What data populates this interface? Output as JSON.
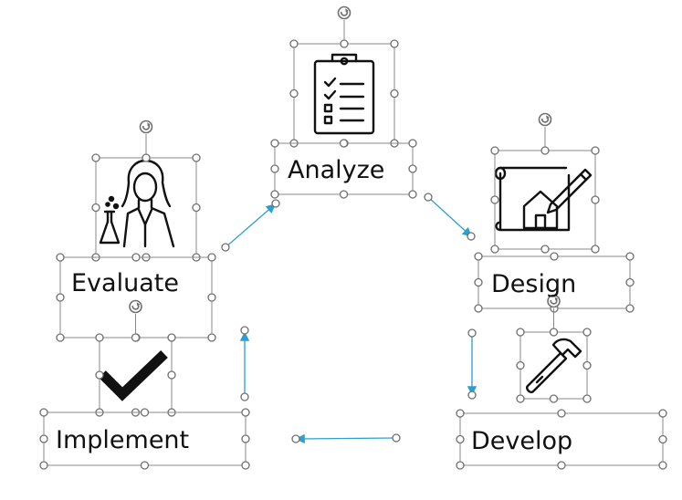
{
  "cycle": {
    "analyze": {
      "label": "Analyze",
      "icon": "clipboard-checklist-icon"
    },
    "design": {
      "label": "Design",
      "icon": "blueprint-house-pencil-icon"
    },
    "develop": {
      "label": "Develop",
      "icon": "hammer-icon"
    },
    "implement": {
      "label": "Implement",
      "icon": "checkmark-icon"
    },
    "evaluate": {
      "label": "Evaluate",
      "icon": "scientist-icon"
    }
  },
  "colors": {
    "selection_border": "#8a8a8a",
    "handle_fill": "#ffffff",
    "handle_stroke": "#6f6f6f",
    "connector": "#2a9fd0",
    "icon": "#111111"
  }
}
